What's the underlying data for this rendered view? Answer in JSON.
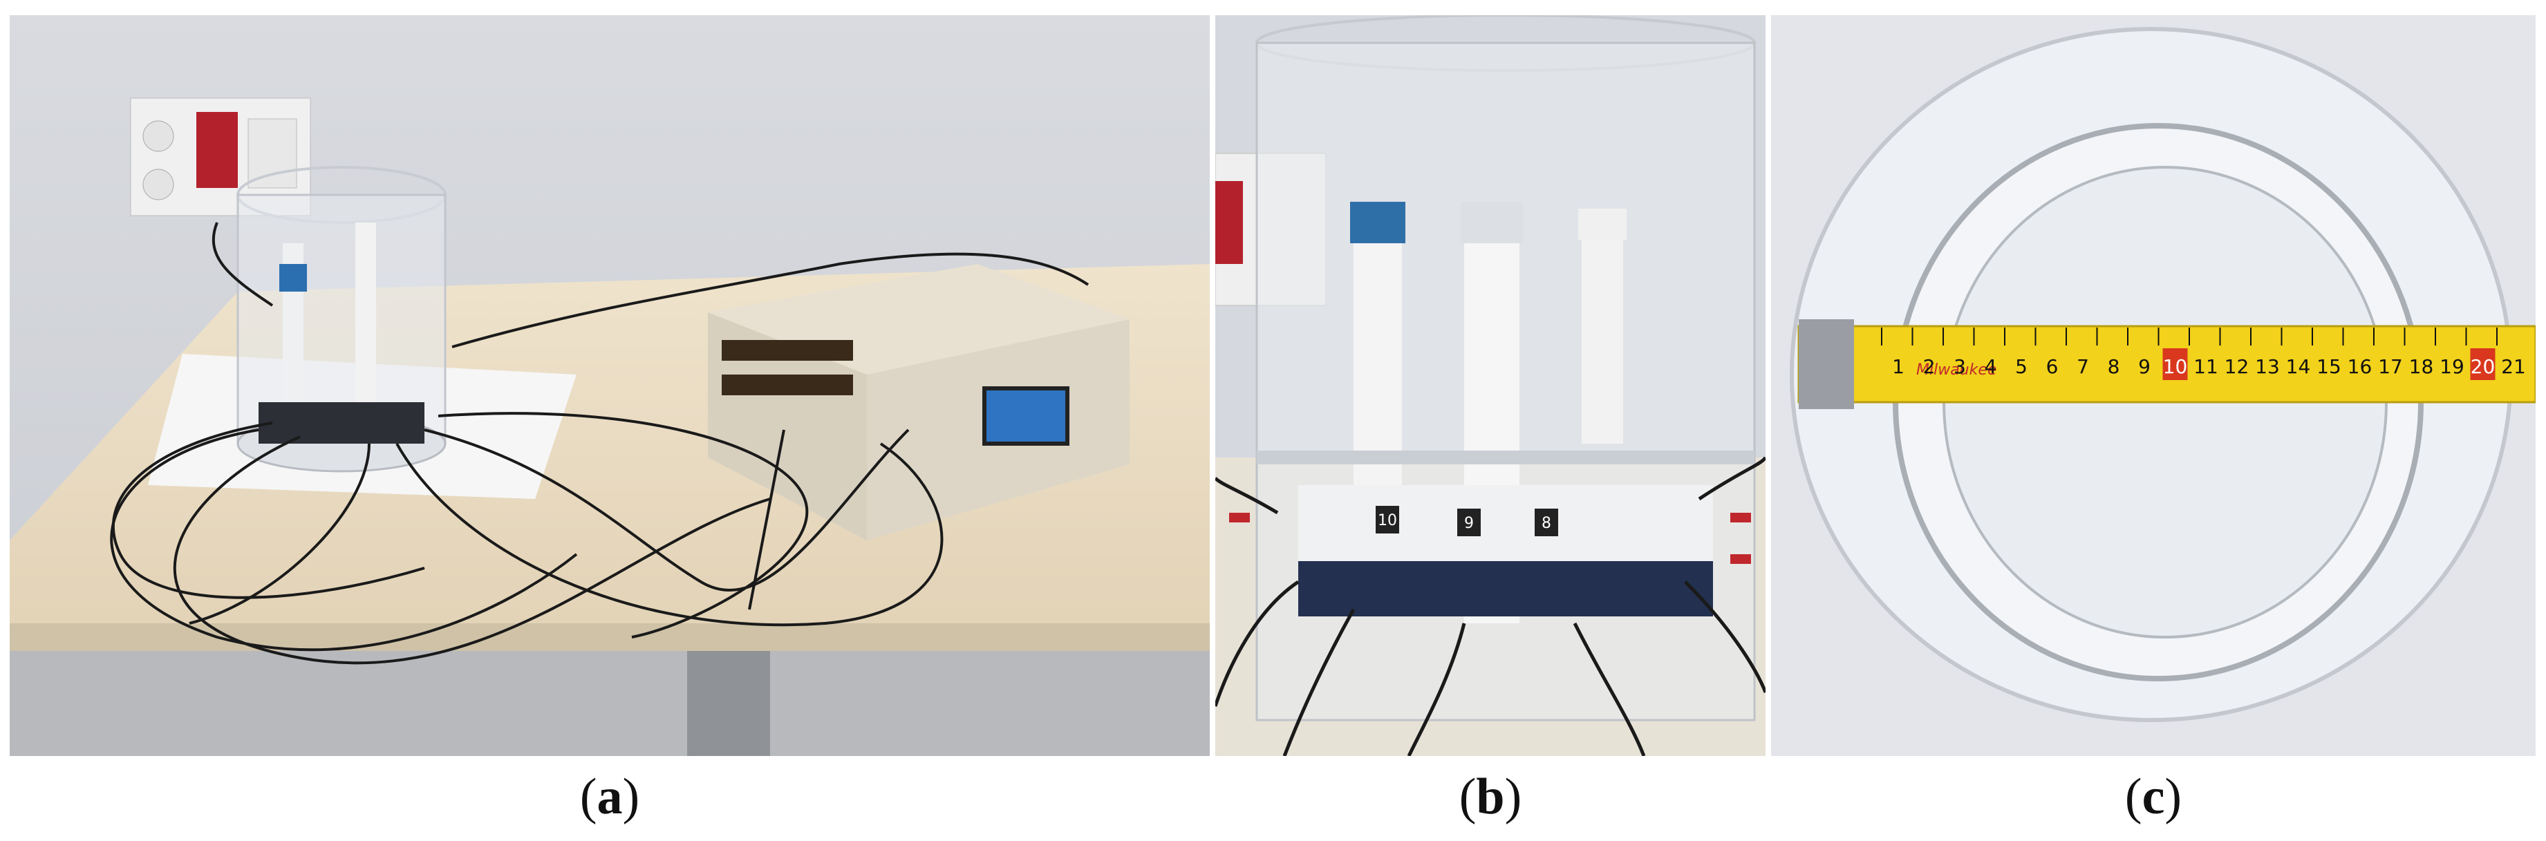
{
  "panels": [
    {
      "id": "a",
      "caption_open": "(",
      "caption_letter": "a",
      "caption_close": ")"
    },
    {
      "id": "b",
      "caption_open": "(",
      "caption_letter": "b",
      "caption_close": ")"
    },
    {
      "id": "c",
      "caption_open": "(",
      "caption_letter": "c",
      "caption_close": ")"
    }
  ],
  "photo_b": {
    "sensor_labels": [
      "10",
      "9",
      "8"
    ]
  },
  "photo_c": {
    "tape_brand": "Milwaukee",
    "tape_numbers": [
      "1",
      "2",
      "3",
      "4",
      "5",
      "6",
      "7",
      "8",
      "9",
      "10",
      "11",
      "12",
      "13",
      "14",
      "15",
      "16",
      "17",
      "18",
      "19",
      "20",
      "21"
    ],
    "highlighted_numbers": [
      "10",
      "20"
    ]
  },
  "colors": {
    "wall": "#d8dbe0",
    "table": "#e9dcc4",
    "cable": "#1a1a1a",
    "tape": "#f2d21b",
    "tape_highlight": "#d9381e"
  }
}
